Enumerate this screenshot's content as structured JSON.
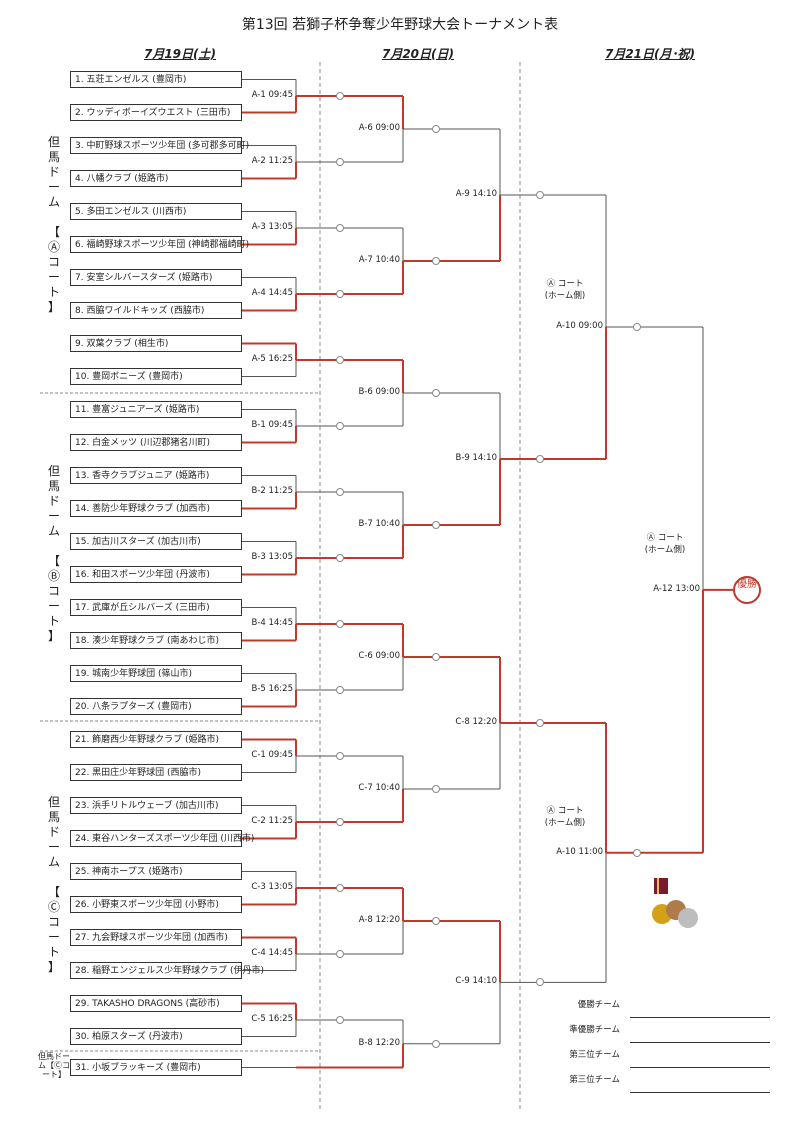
{
  "title": "第13回 若獅子杯争奪少年野球大会トーナメント表",
  "days": [
    "7月19日(土)",
    "7月20日(日)",
    "7月21日(月･祝)"
  ],
  "teams": [
    "1. 五荘エンゼルス (豊岡市)",
    "2. ウッディボーイズウエスト (三田市)",
    "3. 中町野球スポーツ少年団 (多可郡多可町)",
    "4. 八幡クラブ (姫路市)",
    "5. 多田エンゼルス (川西市)",
    "6. 福崎野球スポーツ少年団 (神崎郡福崎町)",
    "7. 安室シルバースターズ (姫路市)",
    "8. 西脇ワイルドキッズ (西脇市)",
    "9. 双葉クラブ (相生市)",
    "10. 豊岡ボニーズ (豊岡市)",
    "11. 豊富ジュニアーズ (姫路市)",
    "12. 白金メッツ (川辺郡猪名川町)",
    "13. 香寺クラブジュニア (姫路市)",
    "14. 善防少年野球クラブ (加西市)",
    "15. 加古川スターズ (加古川市)",
    "16. 和田スポーツ少年団 (丹波市)",
    "17. 武庫が丘シルバーズ (三田市)",
    "18. 湊少年野球クラブ (南あわじ市)",
    "19. 城南少年野球団 (篠山市)",
    "20. 八条ラプターズ (豊岡市)",
    "21. 飾磨西少年野球クラブ (姫路市)",
    "22. 黒田庄少年野球団 (西脇市)",
    "23. 浜手リトルウェーブ (加古川市)",
    "24. 東谷ハンターズスポーツ少年団 (川西市)",
    "25. 神南ホープス (姫路市)",
    "26. 小野東スポーツ少年団 (小野市)",
    "27. 九会野球スポーツ少年団 (加西市)",
    "28. 稲野エンジェルス少年野球クラブ (伊丹市)",
    "29. TAKASHO DRAGONS (高砂市)",
    "30. 柏原スターズ (丹波市)",
    "31. 小坂ブラッキーズ (豊岡市)"
  ],
  "matches_r1": [
    "A-1 09:45",
    "A-2 11:25",
    "A-3 13:05",
    "A-4 14:45",
    "A-5 16:25",
    "B-1 09:45",
    "B-2 11:25",
    "B-3 13:05",
    "B-4 14:45",
    "B-5 16:25",
    "C-1 09:45",
    "C-2 11:25",
    "C-3 13:05",
    "C-4 14:45",
    "C-5 16:25"
  ],
  "matches_r2": [
    "A-6 09:00",
    "A-7 10:40",
    "B-6 09:00",
    "B-7 10:40",
    "C-6 09:00",
    "C-7 10:40",
    "A-8 12:20",
    "B-8 12:20"
  ],
  "matches_r3": [
    "A-9 14:10",
    "B-9 14:10",
    "C-8 12:20",
    "C-9 14:10"
  ],
  "matches_r4": [
    "A-10 09:00",
    "A-10 11:00"
  ],
  "final": "A-12 13:00",
  "courts": {
    "a": {
      "dome": [
        "但",
        "馬",
        "ド",
        "ー",
        "ム"
      ],
      "court": [
        "【",
        "Ⓐ",
        "コ",
        "ー",
        "ト",
        "】"
      ]
    },
    "b": {
      "dome": [
        "但",
        "馬",
        "ド",
        "ー",
        "ム"
      ],
      "court": [
        "【",
        "Ⓑ",
        "コ",
        "ー",
        "ト",
        "】"
      ]
    },
    "c": {
      "dome": [
        "但",
        "馬",
        "ド",
        "ー",
        "ム"
      ],
      "court": [
        "【",
        "Ⓒ",
        "コ",
        "ー",
        "ト",
        "】"
      ]
    },
    "small": [
      "但馬",
      "ドーム",
      "【Ⓒ",
      "コート】"
    ]
  },
  "home_court": {
    "line1": "Ⓐ コート",
    "line2": "(ホーム側)"
  },
  "champion": "優勝",
  "awards": [
    "優勝チーム",
    "準優勝チーム",
    "第三位チーム",
    "第三位チーム"
  ],
  "colors": {
    "bracket_red": "#c0392b",
    "line_gray": "#555"
  }
}
